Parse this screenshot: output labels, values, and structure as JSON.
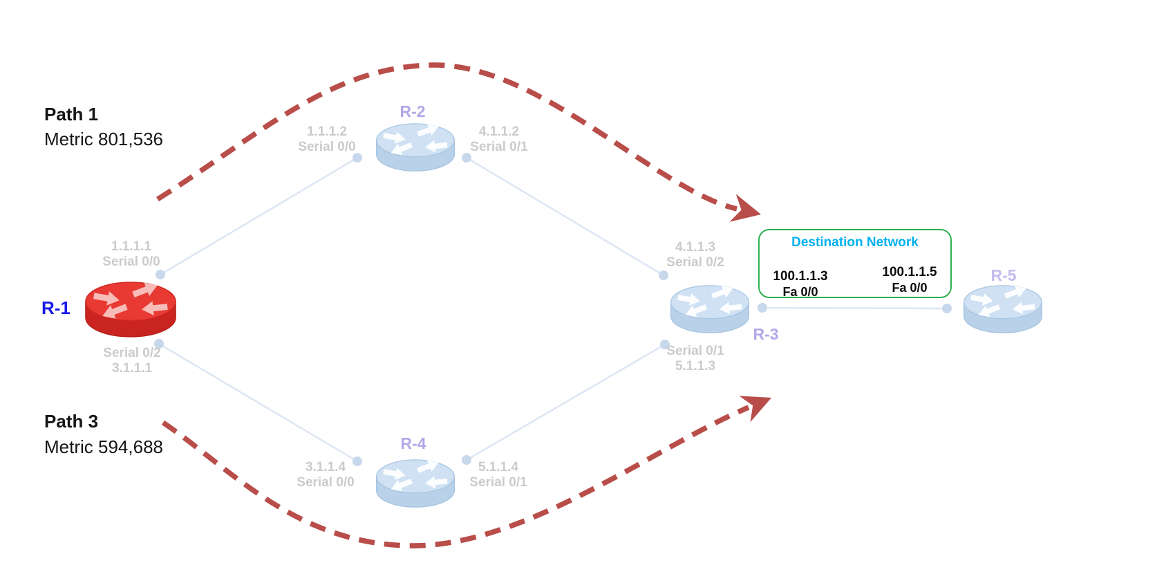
{
  "diagram": {
    "paths_info": {
      "path1": {
        "title": "Path 1",
        "metric": "Metric 801,536"
      },
      "path3": {
        "title": "Path 3",
        "metric": "Metric 594,688"
      }
    },
    "routers": {
      "r1": {
        "name": "R-1",
        "top_iface": [
          "1.1.1.1",
          "Serial 0/0"
        ],
        "bottom_iface": [
          "Serial 0/2",
          "3.1.1.1"
        ]
      },
      "r2": {
        "name": "R-2",
        "left_iface": [
          "1.1.1.2",
          "Serial 0/0"
        ],
        "right_iface": [
          "4.1.1.2",
          "Serial 0/1"
        ]
      },
      "r3": {
        "name": "R-3",
        "top_iface": [
          "4.1.1.3",
          "Serial 0/2"
        ],
        "bottom_iface": [
          "Serial 0/1",
          "5.1.1.3"
        ]
      },
      "r4": {
        "name": "R-4",
        "left_iface": [
          "3.1.1.4",
          "Serial 0/0"
        ],
        "right_iface": [
          "5.1.1.4",
          "Serial 0/1"
        ]
      },
      "r5": {
        "name": "R-5"
      }
    },
    "destination_network": {
      "title": "Destination Network",
      "interfaces": [
        {
          "ip": "100.1.1.3",
          "port": "Fa 0/0"
        },
        {
          "ip": "100.1.1.5",
          "port": "Fa 0/0"
        }
      ]
    },
    "colors": {
      "path_arrow": "#b84d49",
      "router_name": "#b3a7e8",
      "r1_name": "#1a1ae8",
      "r1_body": "#e23a33",
      "router_body": "#cfe1f3",
      "iface_text": "#cbcbcb",
      "dest_title": "#00b0f0",
      "dest_border": "#2db04f",
      "link_line": "#dde6f3"
    }
  }
}
